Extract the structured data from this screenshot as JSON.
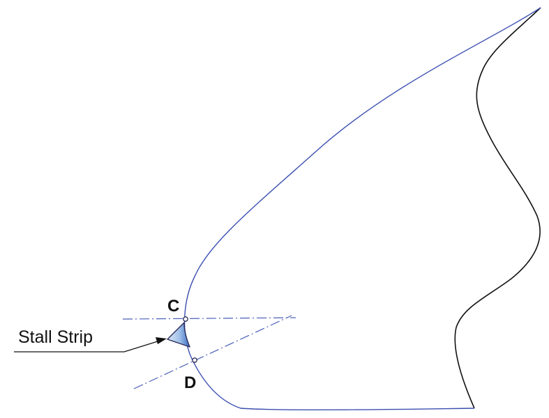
{
  "labels": {
    "point_c": "C",
    "point_d": "D",
    "stall_strip": "Stall Strip"
  },
  "colors": {
    "leading_edge": "#3a4fb0",
    "outline": "#111111",
    "reference_line": "#4a5fb8",
    "strip_fill_dark": "#3a6cc4",
    "strip_fill_light": "#dce8f7",
    "strip_stroke": "#2a2a5a",
    "text": "#111111"
  }
}
